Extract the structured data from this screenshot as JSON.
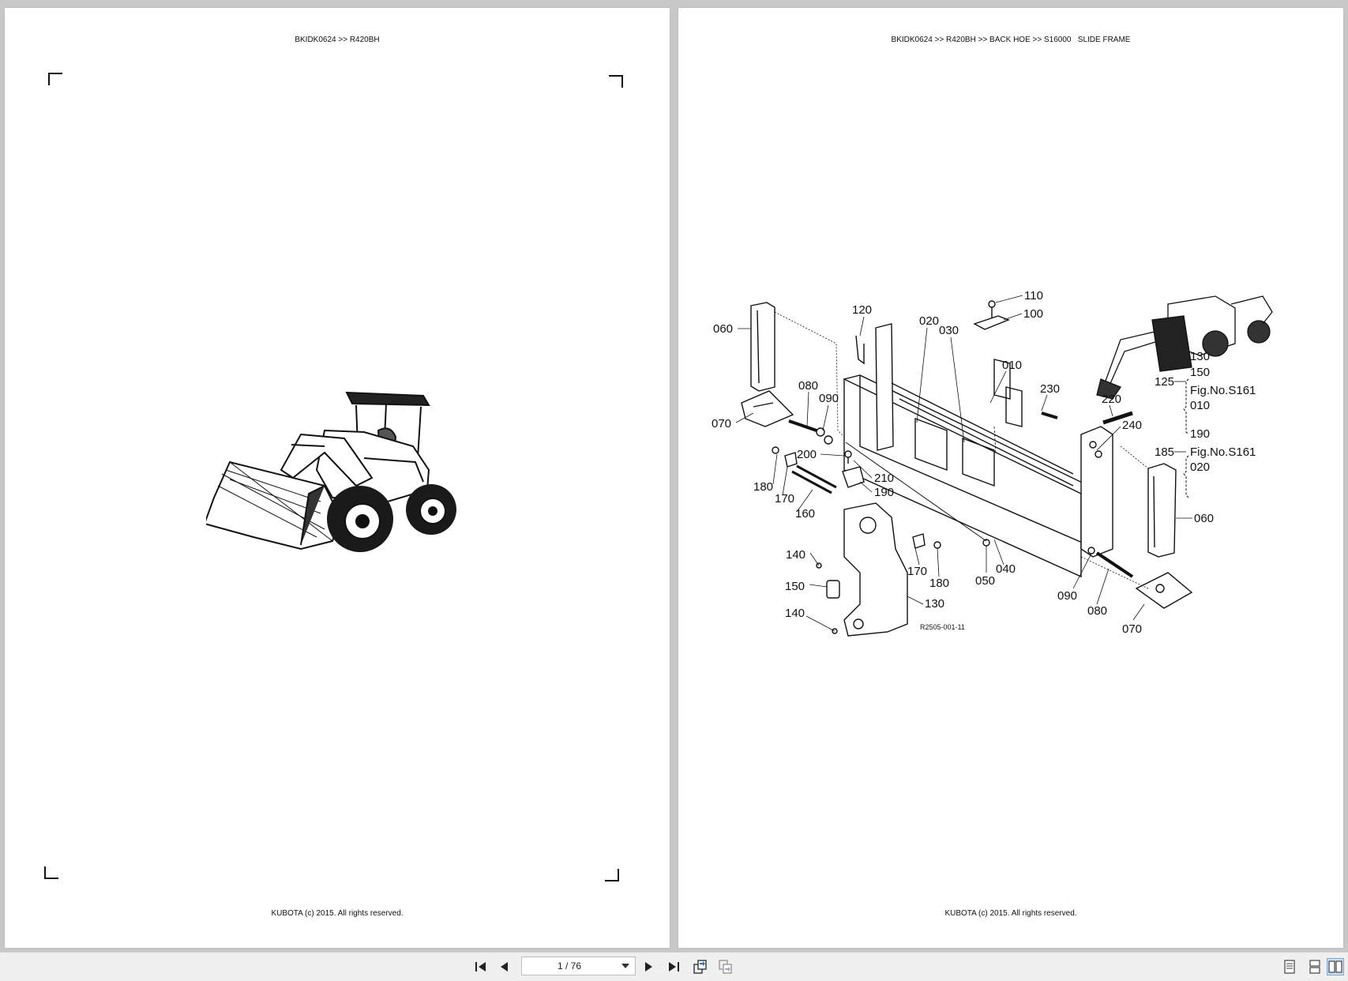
{
  "left_page": {
    "header": "BKIDK0624 >> R420BH",
    "footer": "KUBOTA (c) 2015. All rights reserved."
  },
  "right_page": {
    "header": "BKIDK0624 >> R420BH >> BACK HOE >> S16000   SLIDE FRAME",
    "footer": "KUBOTA (c) 2015. All rights reserved.",
    "diagram": {
      "callouts": [
        "060",
        "120",
        "020",
        "030",
        "110",
        "100",
        "010",
        "080",
        "090",
        "070",
        "230",
        "220",
        "240",
        "200",
        "210",
        "190",
        "180",
        "170",
        "160",
        "140",
        "150",
        "130",
        "050",
        "040",
        "060",
        "090",
        "080",
        "070",
        "170",
        "180",
        "140"
      ],
      "group_125": {
        "label": "125",
        "items": [
          "130",
          "150",
          "Fig.No.S161",
          "010"
        ]
      },
      "group_185": {
        "label": "185",
        "items": [
          "190",
          "Fig.No.S161",
          "020"
        ]
      },
      "drawing_code": "R2505-001-11"
    }
  },
  "toolbar": {
    "page_value": "1 / 76",
    "icons": [
      "first-page-icon",
      "prev-page-icon",
      "next-page-icon",
      "last-page-icon",
      "rotate-left-icon",
      "rotate-right-icon",
      "single-page-view-icon",
      "continuous-view-icon",
      "facing-view-icon"
    ]
  },
  "colors": {
    "background": "#c8c8c8",
    "page": "#ffffff",
    "ink": "#111111",
    "toolbar": "#f0f0f0"
  }
}
